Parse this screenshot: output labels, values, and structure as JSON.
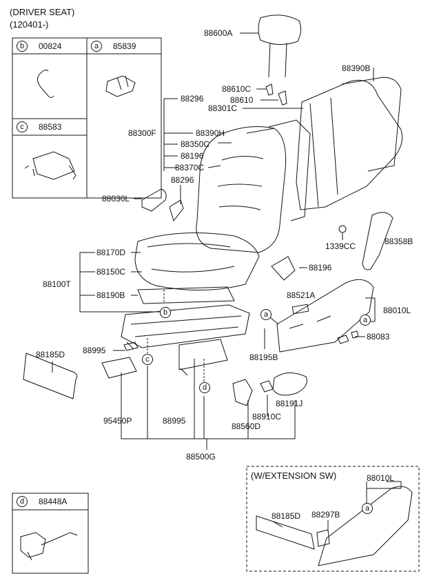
{
  "header": {
    "line1": "(DRIVER SEAT)",
    "line2": "(120401-)"
  },
  "legend": {
    "b": {
      "letter": "b",
      "part": "00824"
    },
    "a": {
      "letter": "a",
      "part": "85839"
    },
    "c": {
      "letter": "c",
      "part": "88583"
    },
    "d": {
      "letter": "d",
      "part": "88448A"
    }
  },
  "ext_box": {
    "title": "(W/EXTENSION SW)"
  },
  "callouts": {
    "a": "a",
    "b": "b",
    "c": "c",
    "d": "d"
  },
  "parts": {
    "p88600A": "88600A",
    "p88390B": "88390B",
    "p88610C": "88610C",
    "p88610": "88610",
    "p88296_top": "88296",
    "p88301C": "88301C",
    "p88300F": "88300F",
    "p88390H": "88390H",
    "p88350C": "88350C",
    "p88196_a": "88196",
    "p88370C": "88370C",
    "p88296_b": "88296",
    "p88030L": "88030L",
    "p1339CC": "1339CC",
    "p88358B": "88358B",
    "p88170D": "88170D",
    "p88150C": "88150C",
    "p88100T": "88100T",
    "p88196_b": "88196",
    "p88190B": "88190B",
    "p88521A": "88521A",
    "p88010L": "88010L",
    "p88083": "88083",
    "p88185D": "88185D",
    "p88995_a": "88995",
    "p88195B": "88195B",
    "p88910C": "88910C",
    "p88191J": "88191J",
    "p88560D": "88560D",
    "p95450P": "95450P",
    "p88995_b": "88995",
    "p88500G": "88500G",
    "p88010L_ext": "88010L",
    "p88185D_ext": "88185D",
    "p88297B": "88297B"
  }
}
